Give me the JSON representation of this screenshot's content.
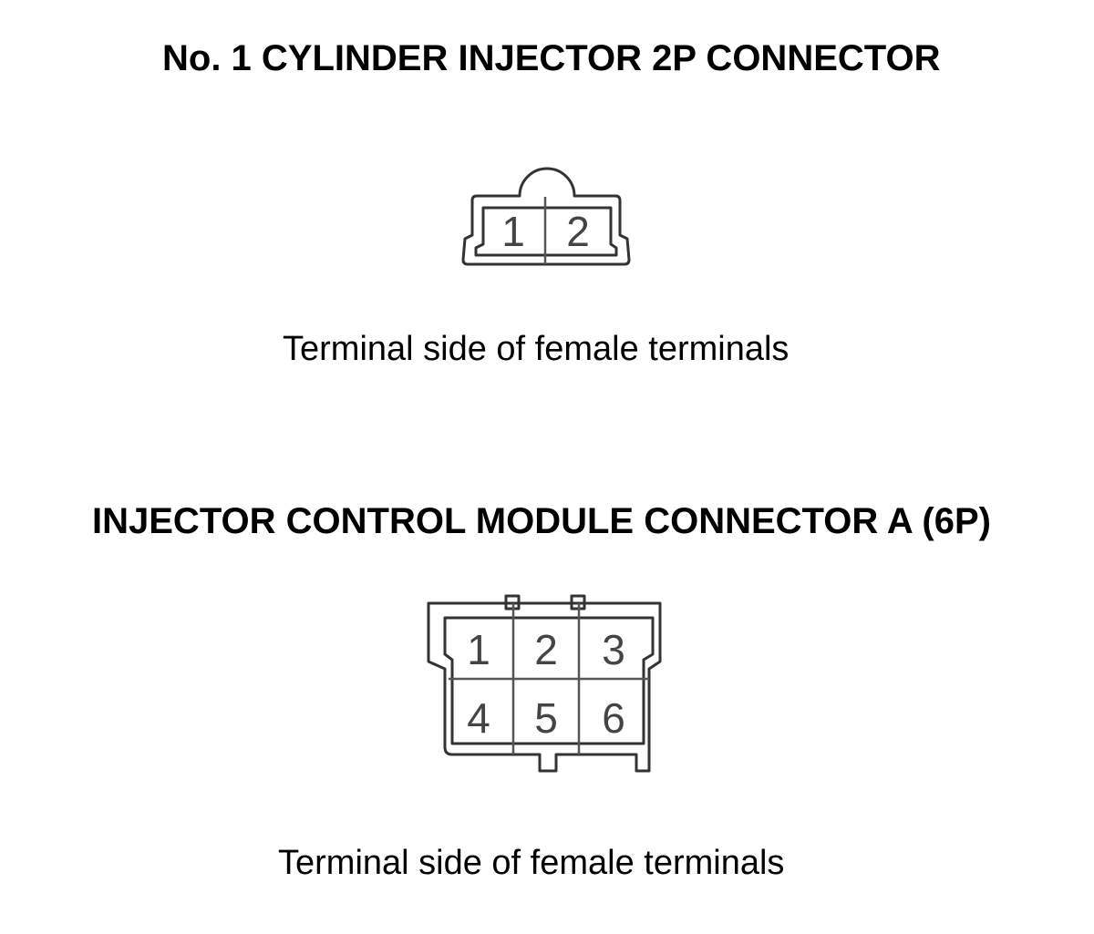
{
  "connector_2p": {
    "title": "No. 1 CYLINDER INJECTOR 2P CONNECTOR",
    "caption": "Terminal side of female terminals",
    "pins": [
      "1",
      "2"
    ]
  },
  "connector_6p": {
    "title": "INJECTOR CONTROL MODULE CONNECTOR A (6P)",
    "caption": "Terminal side of female terminals",
    "pins": [
      "1",
      "2",
      "3",
      "4",
      "5",
      "6"
    ]
  }
}
